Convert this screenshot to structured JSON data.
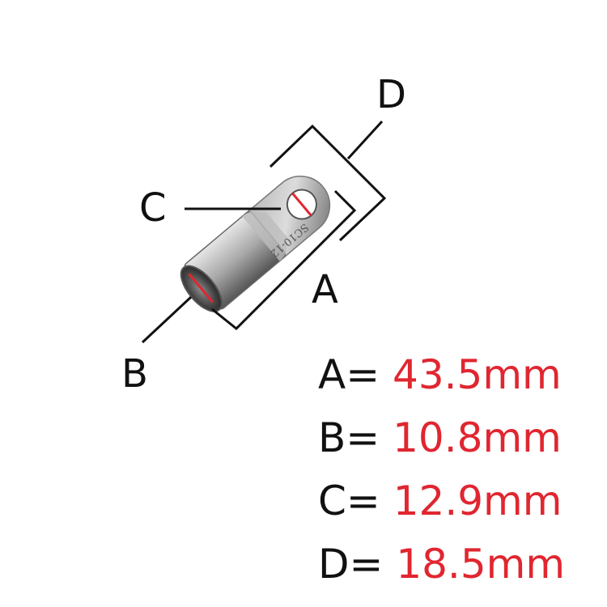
{
  "callouts": {
    "a": "A",
    "b": "B",
    "c": "C",
    "d": "D"
  },
  "specs": [
    {
      "key": "A=",
      "value": "43.5mm"
    },
    {
      "key": "B=",
      "value": "10.8mm"
    },
    {
      "key": "C=",
      "value": "12.9mm"
    },
    {
      "key": "D=",
      "value": "18.5mm"
    }
  ],
  "part_marking": "SC10-12",
  "colors": {
    "dimension_line": "#111111",
    "value_text": "#e02630",
    "measure_mark": "#e02630",
    "metal_light": "#cfcfcf",
    "metal_dark": "#5a5a5a"
  }
}
